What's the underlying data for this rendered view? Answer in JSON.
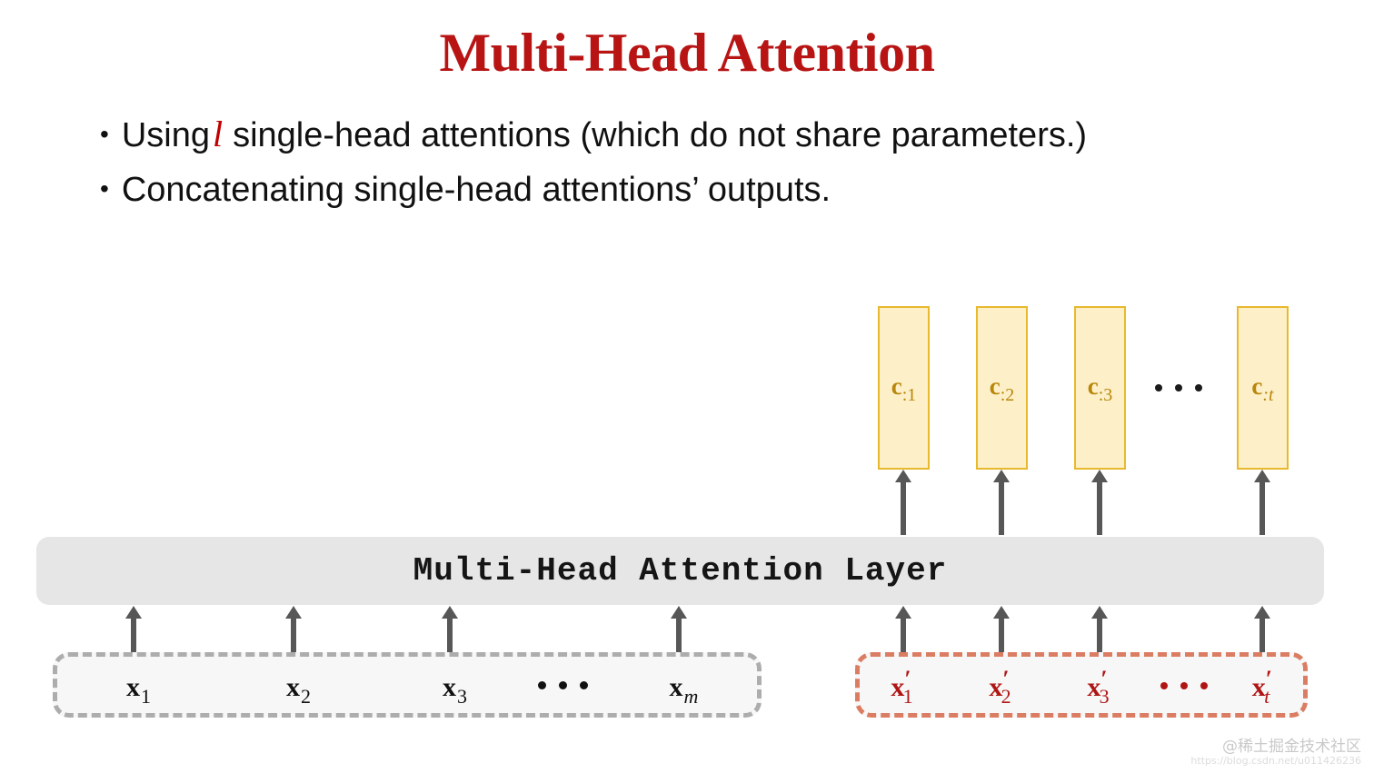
{
  "slide": {
    "title": "Multi-Head Attention",
    "title_color": "#B81414",
    "background": "#FFFFFF"
  },
  "bullets": [
    {
      "marker": "•",
      "pre_text": "Using",
      "math_symbol": "l",
      "math_symbol_color": "#C00000",
      "post_text": "single-head attentions (which do not share parameters.)"
    },
    {
      "marker": "•",
      "pre_text": "Concatenating single-head attentions’ outputs.",
      "math_symbol": "",
      "post_text": ""
    }
  ],
  "diagram": {
    "output_boxes": {
      "fill_color": "#FDF0C8",
      "border_color": "#E8B92E",
      "label_color": "#B8860B",
      "items": [
        {
          "base": "c",
          "subscript": ":1",
          "sub_italic": false
        },
        {
          "base": "c",
          "subscript": ":2",
          "sub_italic": false
        },
        {
          "base": "c",
          "subscript": ":3",
          "sub_italic": false
        },
        {
          "base": "c",
          "subscript": ":t",
          "sub_italic": true
        }
      ],
      "ellipsis": "•••"
    },
    "attention_layer": {
      "label": "Multi-Head Attention Layer",
      "fill_color": "#E6E6E6",
      "text_color": "#151515"
    },
    "input_group_left": {
      "border_color": "#ADADAD",
      "border_style": "dashed",
      "fill_color": "#F7F7F7",
      "items": [
        {
          "base": "x",
          "prime": "",
          "subscript": "1",
          "sub_italic": false
        },
        {
          "base": "x",
          "prime": "",
          "subscript": "2",
          "sub_italic": false
        },
        {
          "base": "x",
          "prime": "",
          "subscript": "3",
          "sub_italic": false
        },
        {
          "base": "x",
          "prime": "",
          "subscript": "m",
          "sub_italic": true
        }
      ],
      "ellipsis": "•••",
      "label_color": "#111111"
    },
    "input_group_right": {
      "border_color": "#DB7D63",
      "border_style": "dashed",
      "fill_color": "#F7F7F7",
      "items": [
        {
          "base": "x",
          "prime": "′",
          "subscript": "1",
          "sub_italic": false
        },
        {
          "base": "x",
          "prime": "′",
          "subscript": "2",
          "sub_italic": false
        },
        {
          "base": "x",
          "prime": "′",
          "subscript": "3",
          "sub_italic": false
        },
        {
          "base": "x",
          "prime": "′",
          "subscript": "t",
          "sub_italic": true
        }
      ],
      "ellipsis": "•••",
      "label_color": "#B01515"
    },
    "arrow_color": "#575757"
  },
  "watermark": {
    "text": "@稀土掘金技术社区",
    "url": "https://blog.csdn.net/u011426236"
  }
}
